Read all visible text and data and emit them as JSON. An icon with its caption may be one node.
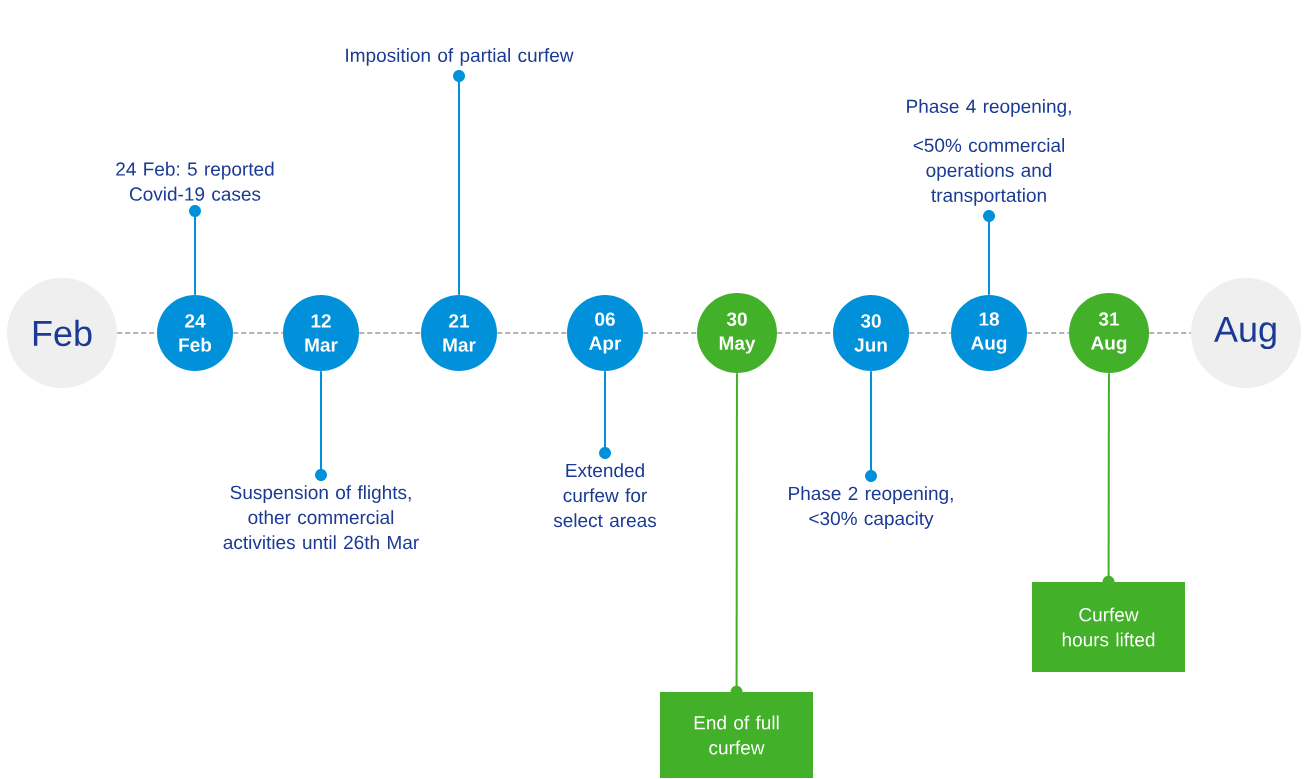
{
  "diagram": {
    "nodes": [
      {
        "text": [
          "Feb"
        ]
      },
      {
        "text": [
          "24 Feb"
        ]
      },
      {
        "text": [
          "12 Mar"
        ]
      },
      {
        "text": [
          "21 Mar"
        ]
      },
      {
        "text": [
          "06 Apr"
        ]
      },
      {
        "text": [
          "30 May"
        ]
      },
      {
        "text": [
          "30 Jun"
        ]
      },
      {
        "text": [
          "18 Aug"
        ]
      },
      {
        "text": [
          "31 Aug"
        ]
      },
      {
        "text": [
          "Aug"
        ]
      },
      {
        "text": [
          "24 Feb: 5 reported Covid-19 cases"
        ]
      },
      {
        "text": [
          "Imposition of partial curfew"
        ]
      },
      {
        "text": [
          "Phase 4 reopening,",
          "<50% commercial operations and transportation"
        ]
      },
      {
        "text": [
          "Suspension of flights, other commercial activities until 26th Mar"
        ]
      },
      {
        "text": [
          "Extended curfew for select areas"
        ]
      },
      {
        "text": [
          "Phase 2 reopening, <30% capacity"
        ]
      },
      {
        "text": [
          "Curfew hours lifted"
        ]
      },
      {
        "text": [
          "End of full curfew"
        ]
      }
    ],
    "edges": [
      {
        "from": 0,
        "to": 1,
        "arrow": "none",
        "style": "dashed"
      },
      {
        "from": 1,
        "to": 2,
        "arrow": "none",
        "style": "dashed"
      },
      {
        "from": 2,
        "to": 3,
        "arrow": "none",
        "style": "dashed"
      },
      {
        "from": 3,
        "to": 4,
        "arrow": "none",
        "style": "dashed"
      },
      {
        "from": 4,
        "to": 5,
        "arrow": "none",
        "style": "dashed"
      },
      {
        "from": 5,
        "to": 6,
        "arrow": "none",
        "style": "dashed"
      },
      {
        "from": 6,
        "to": 7,
        "arrow": "none",
        "style": "dashed"
      },
      {
        "from": 7,
        "to": 8,
        "arrow": "none",
        "style": "dashed"
      },
      {
        "from": 8,
        "to": 9,
        "arrow": "none",
        "style": "dashed"
      },
      {
        "from": 1,
        "to": 10,
        "arrow": "none",
        "color": "#0091da"
      },
      {
        "from": 3,
        "to": 11,
        "arrow": "none",
        "color": "#0091da"
      },
      {
        "from": 7,
        "to": 12,
        "arrow": "none",
        "color": "#0091da"
      },
      {
        "from": 2,
        "to": 13,
        "arrow": "none",
        "color": "#0091da"
      },
      {
        "from": 4,
        "to": 14,
        "arrow": "none",
        "color": "#0091da"
      },
      {
        "from": 6,
        "to": 15,
        "arrow": "none",
        "color": "#0091da"
      },
      {
        "from": 8,
        "to": 16,
        "arrow": "none",
        "color": "#43b02a"
      },
      {
        "from": 5,
        "to": 17,
        "arrow": "none",
        "color": "#43b02a"
      }
    ]
  }
}
